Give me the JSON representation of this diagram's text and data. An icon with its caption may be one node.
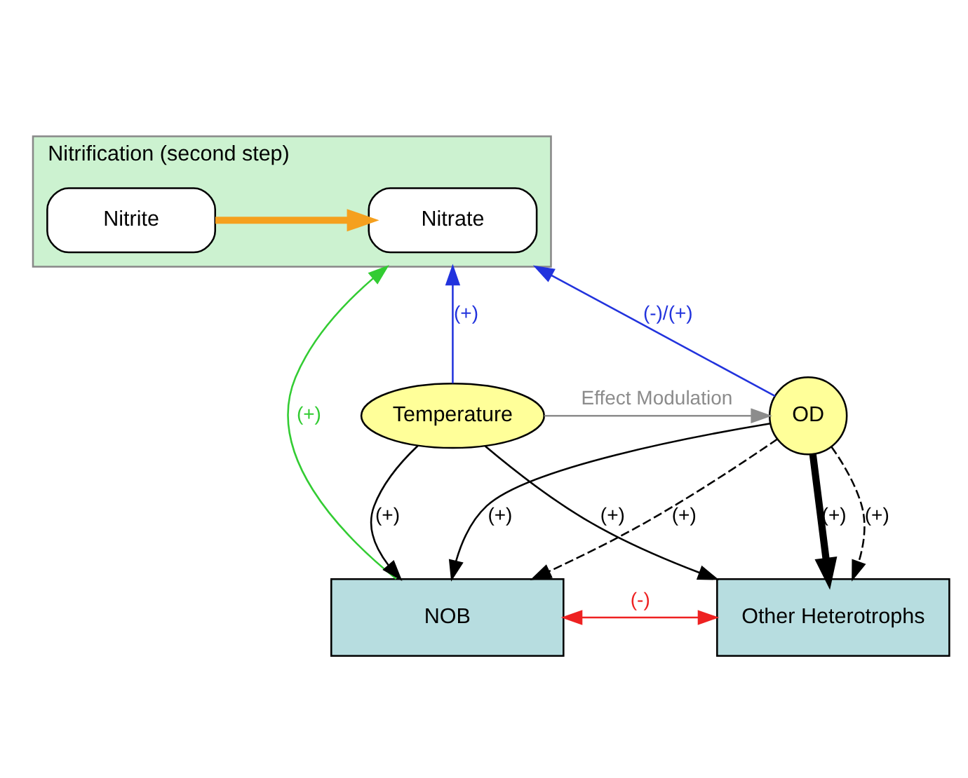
{
  "diagram": {
    "nodes": [
      {
        "text": [
          "Nitrification (second step)"
        ]
      },
      {
        "text": [
          "Nitrite"
        ],
        "in": 0
      },
      {
        "text": [
          "Nitrate"
        ],
        "in": 0
      },
      {
        "text": [
          "Temperature"
        ]
      },
      {
        "text": [
          "OD"
        ]
      },
      {
        "text": [
          "NOB"
        ]
      },
      {
        "text": [
          "Other Heterotrophs"
        ]
      }
    ],
    "edges": [
      {
        "from": 1,
        "to": 2,
        "arrow": "to",
        "style": "thick",
        "color": "#f5a01e"
      },
      {
        "from": 3,
        "to": 0,
        "arrow": "to",
        "label": "(+)",
        "color": "#2233dd"
      },
      {
        "from": 4,
        "to": 0,
        "arrow": "to",
        "label": "(-)/(+)",
        "color": "#2233dd"
      },
      {
        "from": 5,
        "to": 0,
        "arrow": "to",
        "label": "(+)",
        "color": "#33cc33"
      },
      {
        "from": 3,
        "to": 4,
        "arrow": "to",
        "label": "Effect Modulation",
        "color": "#8c8c8c"
      },
      {
        "from": 4,
        "to": 5,
        "arrow": "to",
        "label": "(+)"
      },
      {
        "from": 4,
        "to": 5,
        "arrow": "to",
        "label": "(+)",
        "style": "dashed"
      },
      {
        "from": 4,
        "to": 6,
        "arrow": "to",
        "label": "(+)",
        "style": "dashed"
      },
      {
        "from": 4,
        "to": 6,
        "arrow": "to",
        "label": "(+)",
        "style": "thick"
      },
      {
        "from": 3,
        "to": 5,
        "arrow": "to",
        "label": "(+)"
      },
      {
        "from": 3,
        "to": 6,
        "arrow": "to",
        "label": "(+)"
      },
      {
        "from": 5,
        "to": 6,
        "arrow": "both",
        "label": "(-)",
        "color": "#ee2222"
      }
    ]
  }
}
